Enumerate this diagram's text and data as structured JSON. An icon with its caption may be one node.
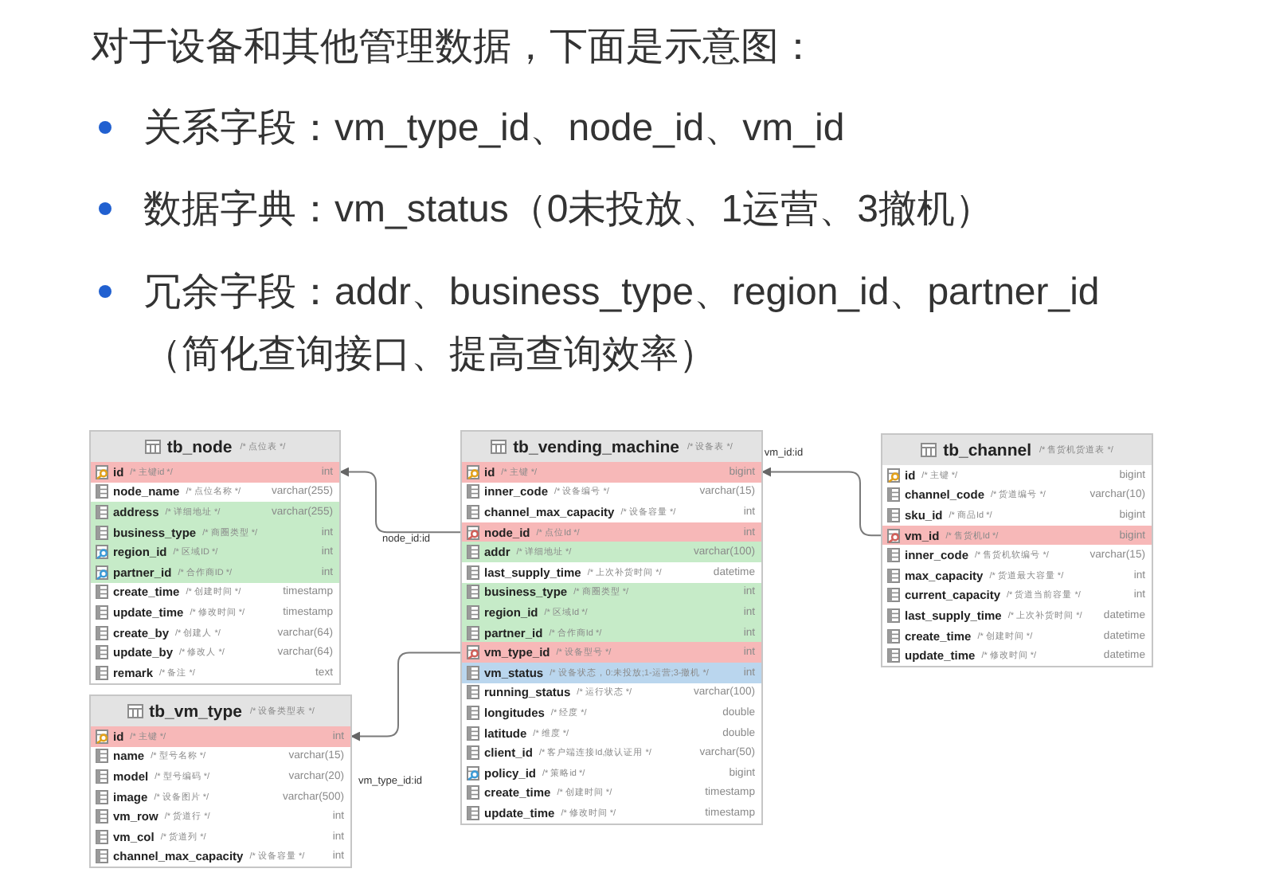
{
  "diagram": {
    "title": "对于设备和其他管理数据，下面是示意图：",
    "nodes": [
      {
        "text": [
          "tb_node",
          "/* 点位表 */"
        ]
      },
      {
        "text": [
          "id",
          "/* 主键id */",
          "int"
        ],
        "in": 0
      },
      {
        "text": [
          "node_name",
          "/* 点位名称 */",
          "varchar(255)"
        ],
        "in": 0
      },
      {
        "text": [
          "address",
          "/* 详细地址 */",
          "varchar(255)"
        ],
        "in": 0
      },
      {
        "text": [
          "business_type",
          "/* 商圈类型 */",
          "int"
        ],
        "in": 0
      },
      {
        "text": [
          "region_id",
          "/* 区域ID */",
          "int"
        ],
        "in": 0
      },
      {
        "text": [
          "partner_id",
          "/* 合作商ID */",
          "int"
        ],
        "in": 0
      },
      {
        "text": [
          "create_time",
          "/* 创建时间 */",
          "timestamp"
        ],
        "in": 0
      },
      {
        "text": [
          "update_time",
          "/* 修改时间 */",
          "timestamp"
        ],
        "in": 0
      },
      {
        "text": [
          "create_by",
          "/* 创建人 */",
          "varchar(64)"
        ],
        "in": 0
      },
      {
        "text": [
          "update_by",
          "/* 修改人 */",
          "varchar(64)"
        ],
        "in": 0
      },
      {
        "text": [
          "remark",
          "/* 备注 */",
          "text"
        ],
        "in": 0
      },
      {
        "text": [
          "tb_vm_type",
          "/* 设备类型表 */"
        ]
      },
      {
        "text": [
          "id",
          "/* 主键 */",
          "int"
        ],
        "in": 12
      },
      {
        "text": [
          "name",
          "/* 型号名称 */",
          "varchar(15)"
        ],
        "in": 12
      },
      {
        "text": [
          "model",
          "/* 型号编码 */",
          "varchar(20)"
        ],
        "in": 12
      },
      {
        "text": [
          "image",
          "/* 设备图片 */",
          "varchar(500)"
        ],
        "in": 12
      },
      {
        "text": [
          "vm_row",
          "/* 货道行 */",
          "int"
        ],
        "in": 12
      },
      {
        "text": [
          "vm_col",
          "/* 货道列 */",
          "int"
        ],
        "in": 12
      },
      {
        "text": [
          "channel_max_capacity",
          "/* 设备容量 */",
          "int"
        ],
        "in": 12
      },
      {
        "text": [
          "tb_vending_machine",
          "/* 设备表 */"
        ]
      },
      {
        "text": [
          "id",
          "/* 主键 */",
          "bigint"
        ],
        "in": 20
      },
      {
        "text": [
          "inner_code",
          "/* 设备编号 */",
          "varchar(15)"
        ],
        "in": 20
      },
      {
        "text": [
          "channel_max_capacity",
          "/* 设备容量 */",
          "int"
        ],
        "in": 20
      },
      {
        "text": [
          "node_id",
          "/* 点位Id */",
          "int"
        ],
        "in": 20
      },
      {
        "text": [
          "addr",
          "/* 详细地址 */",
          "varchar(100)"
        ],
        "in": 20
      },
      {
        "text": [
          "last_supply_time",
          "/* 上次补货时间 */",
          "datetime"
        ],
        "in": 20
      },
      {
        "text": [
          "business_type",
          "/* 商圈类型 */",
          "int"
        ],
        "in": 20
      },
      {
        "text": [
          "region_id",
          "/* 区域Id */",
          "int"
        ],
        "in": 20
      },
      {
        "text": [
          "partner_id",
          "/* 合作商Id */",
          "int"
        ],
        "in": 20
      },
      {
        "text": [
          "vm_type_id",
          "/* 设备型号 */",
          "int"
        ],
        "in": 20
      },
      {
        "text": [
          "vm_status",
          "/* 设备状态，0:未投放;1-运营;3-撤机 */",
          "int"
        ],
        "in": 20
      },
      {
        "text": [
          "running_status",
          "/* 运行状态 */",
          "varchar(100)"
        ],
        "in": 20
      },
      {
        "text": [
          "longitudes",
          "/* 经度 */",
          "double"
        ],
        "in": 20
      },
      {
        "text": [
          "latitude",
          "/* 维度 */",
          "double"
        ],
        "in": 20
      },
      {
        "text": [
          "client_id",
          "/* 客户端连接Id,做认证用 */",
          "varchar(50)"
        ],
        "in": 20
      },
      {
        "text": [
          "policy_id",
          "/* 策略id */",
          "bigint"
        ],
        "in": 20
      },
      {
        "text": [
          "create_time",
          "/* 创建时间 */",
          "timestamp"
        ],
        "in": 20
      },
      {
        "text": [
          "update_time",
          "/* 修改时间 */",
          "timestamp"
        ],
        "in": 20
      },
      {
        "text": [
          "tb_channel",
          "/* 售货机货道表 */"
        ]
      },
      {
        "text": [
          "id",
          "/* 主键 */",
          "bigint"
        ],
        "in": 39
      },
      {
        "text": [
          "channel_code",
          "/* 货道编号 */",
          "varchar(10)"
        ],
        "in": 39
      },
      {
        "text": [
          "sku_id",
          "/* 商品Id */",
          "bigint"
        ],
        "in": 39
      },
      {
        "text": [
          "vm_id",
          "/* 售货机Id */",
          "bigint"
        ],
        "in": 39
      },
      {
        "text": [
          "inner_code",
          "/* 售货机软编号 */",
          "varchar(15)"
        ],
        "in": 39
      },
      {
        "text": [
          "max_capacity",
          "/* 货道最大容量 */",
          "int"
        ],
        "in": 39
      },
      {
        "text": [
          "current_capacity",
          "/* 货道当前容量 */",
          "int"
        ],
        "in": 39
      },
      {
        "text": [
          "last_supply_time",
          "/* 上次补货时间 */",
          "datetime"
        ],
        "in": 39
      },
      {
        "text": [
          "create_time",
          "/* 创建时间 */",
          "datetime"
        ],
        "in": 39
      },
      {
        "text": [
          "update_time",
          "/* 修改时间 */",
          "datetime"
        ],
        "in": 39
      }
    ],
    "edges": [
      {
        "from": 24,
        "to": 1,
        "arrow": "to",
        "label": "node_id:id"
      },
      {
        "from": 30,
        "to": 13,
        "arrow": "to",
        "label": "vm_type_id:id"
      },
      {
        "from": 43,
        "to": 21,
        "arrow": "to",
        "label": "vm_id:id"
      }
    ],
    "labels": [
      "关系字段：vm_type_id、node_id、vm_id",
      "数据字典：vm_status（0未投放、1运营、3撤机）",
      "冗余字段：addr、business_type、region_id、partner_id（简化查询接口、提高查询效率）"
    ]
  }
}
